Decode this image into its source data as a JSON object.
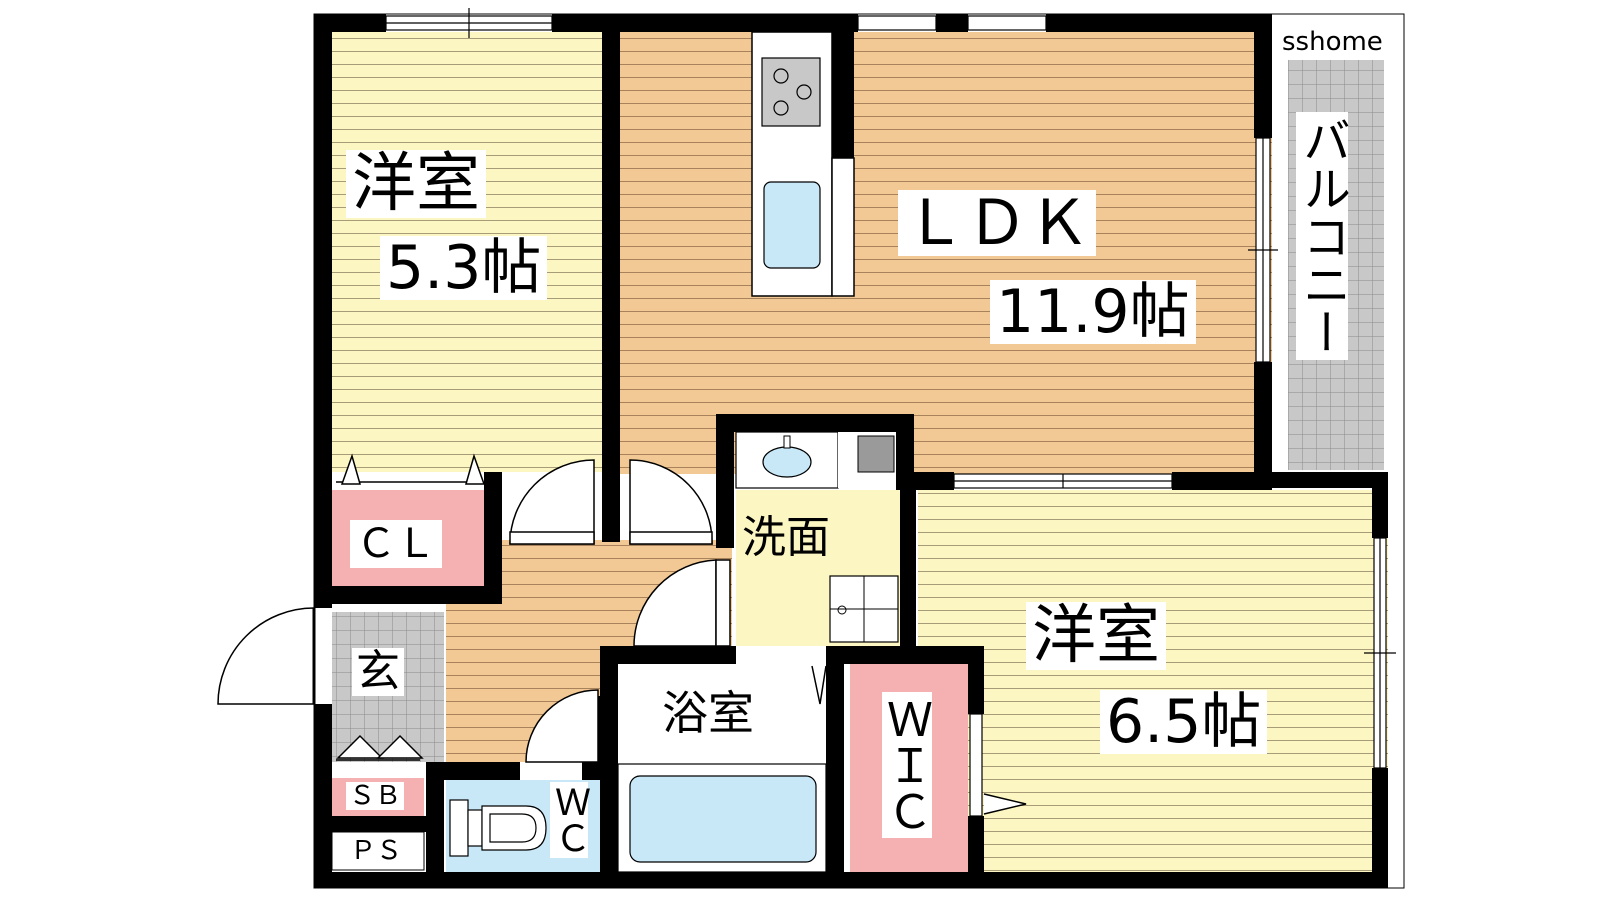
{
  "watermark": "sshome",
  "rooms": {
    "western_1": {
      "name": "洋室",
      "size": "5.3帖"
    },
    "ldk": {
      "name": "ＬＤＫ",
      "size": "11.9帖"
    },
    "western_2": {
      "name": "洋室",
      "size": "6.5帖"
    },
    "balcony": {
      "name": "バルコニー"
    },
    "closet": {
      "name": "ＣＬ"
    },
    "entrance": {
      "name": "玄"
    },
    "washroom": {
      "name": "洗面"
    },
    "bathroom": {
      "name": "浴室"
    },
    "wic": {
      "name": "ＷＩＣ"
    },
    "shoe_box": {
      "name": "ＳＢ"
    },
    "pipe_space": {
      "name": "ＰＳ"
    },
    "toilet": {
      "name": "ＷＣ"
    }
  },
  "colors": {
    "wall": "#000000",
    "floor_yellow": "#fcf6c2",
    "floor_orange": "#f2c994",
    "floor_gray": "#c8c8c8",
    "storage_pink": "#f5b0b2",
    "fixture_blue": "#c8e8f8"
  }
}
